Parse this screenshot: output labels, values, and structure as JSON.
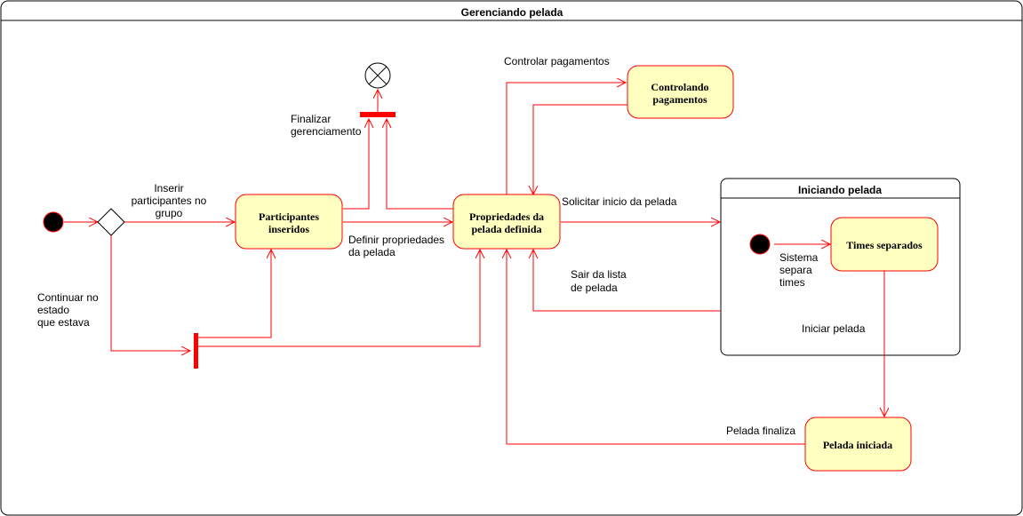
{
  "diagram": {
    "title": "Gerenciando pelada",
    "colors": {
      "flow": "#ff0000",
      "state_fill": "#ffffc0",
      "state_border": "#ff0000",
      "frame_border": "#000000",
      "initial_node": "#000000",
      "bar": "#ff0000"
    },
    "states": {
      "participantes": [
        "Participantes",
        "inseridos"
      ],
      "propriedades": [
        "Propriedades da",
        "pelada definida"
      ],
      "controlando": [
        "Controlando",
        "pagamentos"
      ],
      "times": "Times separados",
      "pelada_iniciada": "Pelada iniciada"
    },
    "composite": {
      "title": "Iniciando pelada"
    },
    "labels": {
      "inserir": [
        "Inserir",
        "participantes no",
        "grupo"
      ],
      "continuar": [
        "Continuar no",
        "estado",
        "que estava"
      ],
      "finalizar": [
        "Finalizar",
        "gerenciamento"
      ],
      "definir": [
        "Definir propriedades",
        "da pelada"
      ],
      "controlar": "Controlar pagamentos",
      "solicitar": "Solicitar inicio da pelada",
      "sair": [
        "Sair da lista",
        "de pelada"
      ],
      "sistema": [
        "Sistema",
        "separa",
        "times"
      ],
      "iniciar": "Iniciar pelada",
      "finaliza": "Pelada finaliza"
    }
  }
}
